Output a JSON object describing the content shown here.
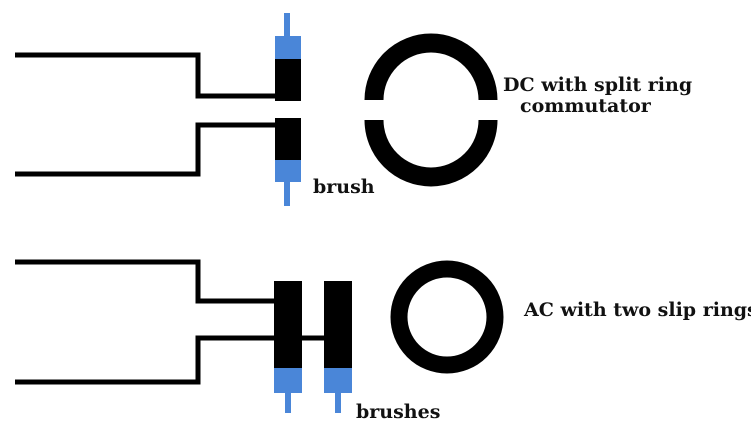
{
  "labels": {
    "dc_line1": "DC with split ring",
    "dc_line2": "commutator",
    "brush": "brush",
    "ac": "AC with two slip rings",
    "brushes": "brushes"
  },
  "colors": {
    "wire": "#000000",
    "brush": "#4a86d8",
    "background": "#ffffff"
  }
}
